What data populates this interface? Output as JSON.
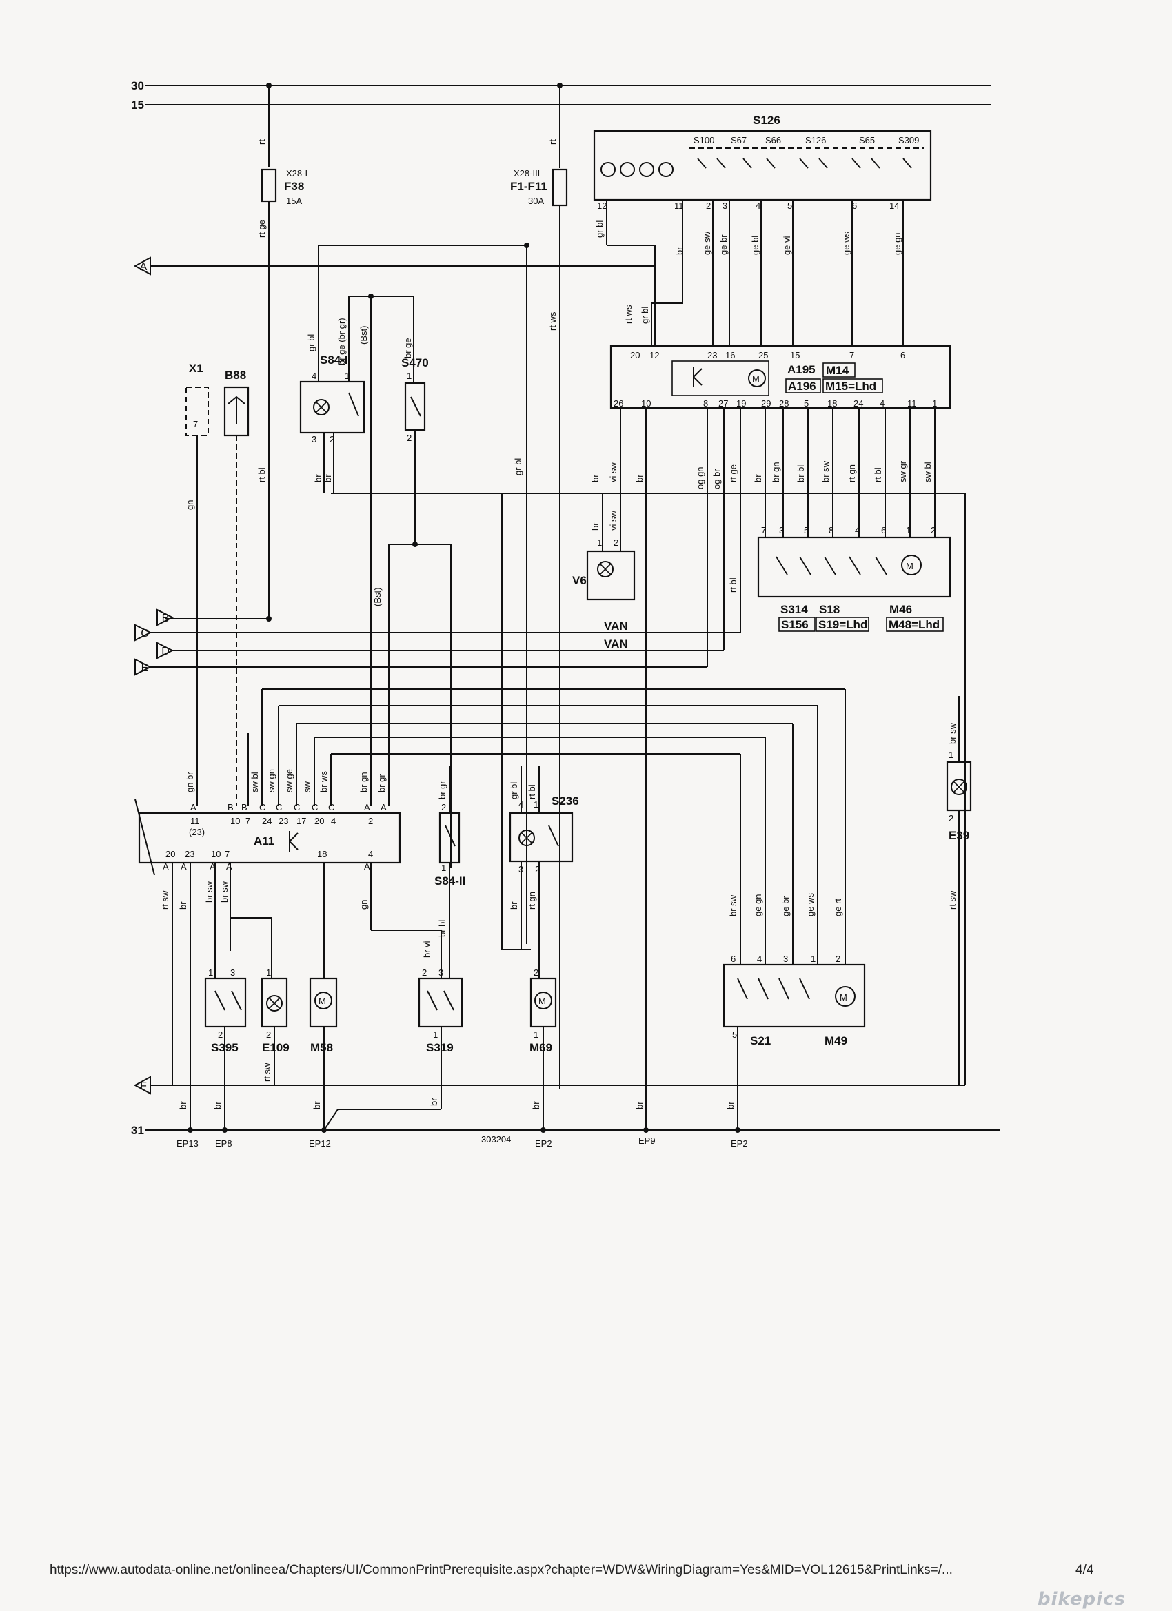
{
  "bus_labels": {
    "b30": "30",
    "b15": "15",
    "b31": "31"
  },
  "fuses": [
    {
      "conn": "X28-I",
      "name": "F38",
      "rating": "15A"
    },
    {
      "conn": "X28-III",
      "name": "F1-F11",
      "rating": "30A"
    }
  ],
  "components": {
    "s126": "S126",
    "x1": "X1",
    "b88": "B88",
    "s84i": "S84-I",
    "s470": "S470",
    "a195": "A195",
    "m14": "M14",
    "a196": "A196",
    "m15": "M15=Lhd",
    "v6": "V6",
    "s314": "S314",
    "s18": "S18",
    "m46": "M46",
    "s156": "S156",
    "s19": "S19=Lhd",
    "m48": "M48=Lhd",
    "a11": "A11",
    "s84ii": "S84-II",
    "s236": "S236",
    "e39": "E39",
    "s395": "S395",
    "e109": "E109",
    "m58": "M58",
    "s319": "S319",
    "m69": "M69",
    "s21": "S21",
    "m49": "M49"
  },
  "s126_sub": [
    "S100",
    "S67",
    "S66",
    "S126",
    "S65",
    "S309"
  ],
  "connectors": [
    "A",
    "B",
    "C",
    "D",
    "E",
    "F"
  ],
  "van": [
    "VAN",
    "VAN"
  ],
  "grounds": [
    "EP13",
    "EP8",
    "EP12",
    "EP2",
    "EP9",
    "EP2"
  ],
  "ref_number": "303204",
  "wire_colors": {
    "rt": "rt",
    "rt_ge": "rt ge",
    "gr_bl": "gr bl",
    "br": "br",
    "ge_sw": "ge sw",
    "ge_br": "ge br",
    "ge_bl": "ge bl",
    "ge_vi": "ge vi",
    "ge_ws": "ge ws",
    "ge_gn": "ge gn",
    "rt_ws": "rt ws",
    "br_ge_brgr": "br ge (br gr)",
    "bst": "(Bst)",
    "br_ge": "br ge",
    "gn": "gn",
    "rt_bl": "rt bl",
    "vi_sw": "vi sw",
    "og_gn": "og gn",
    "og_br": "og br",
    "rt_ge2": "rt ge",
    "br_gn": "br gn",
    "br_bl": "br bl",
    "br_sw": "br sw",
    "rt_gn": "rt gn",
    "sw_gr": "sw gr",
    "sw_bl": "sw bl",
    "gn_br": "gn br",
    "sw_gn": "sw gn",
    "sw_ge": "sw ge",
    "sw": "sw",
    "br_ws": "br ws",
    "br_gr": "br gr",
    "rt_sw": "rt sw",
    "br_vi": "br vi",
    "ge_rt": "ge rt",
    "ge_gn2": "ge gn"
  },
  "footer": {
    "url": "https://www.autodata-online.net/onlineea/Chapters/UI/CommonPrintPrerequisite.aspx?chapter=WDW&WiringDiagram=Yes&MID=VOL12615&PrintLinks=/...",
    "page": "4/4",
    "watermark": "bikepics"
  }
}
